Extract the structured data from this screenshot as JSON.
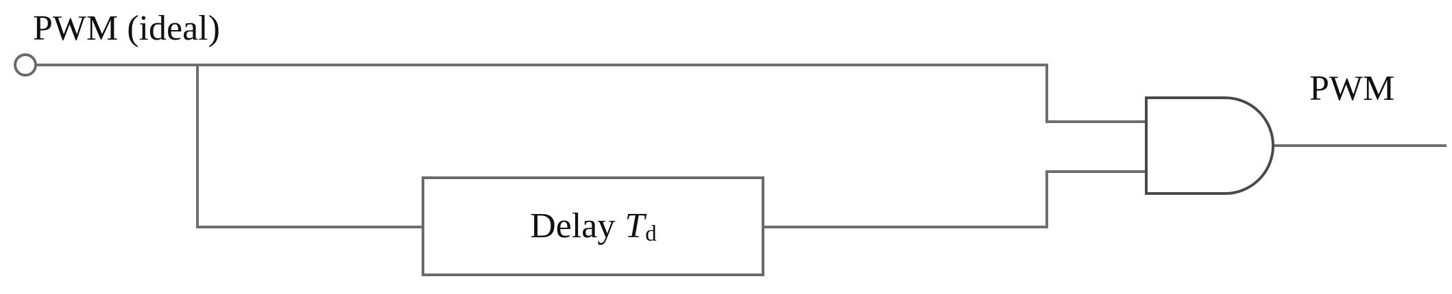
{
  "diagram": {
    "title": "PWM dead-time / pulse-trimming logic",
    "background_color": "#ffffff",
    "wire_color": "#6e6e6e",
    "text_color": "#111111",
    "labels": {
      "input": "PWM (ideal)",
      "output": "PWM"
    },
    "blocks": [
      {
        "name": "delay-block",
        "text_prefix": "Delay",
        "symbol": "T",
        "subscript": "d",
        "full_text": "Delay T_d"
      },
      {
        "name": "and-gate",
        "type": "AND",
        "inputs": 2,
        "outputs": 1
      }
    ],
    "terminals": [
      {
        "name": "input-terminal",
        "shape": "circle"
      }
    ],
    "nets": [
      {
        "name": "input-net",
        "from": "input-terminal",
        "to": "and-gate-input-1"
      },
      {
        "name": "delay-input-net",
        "from": "input-net-branch",
        "to": "delay-block-input"
      },
      {
        "name": "delay-output-net",
        "from": "delay-block-output",
        "to": "and-gate-input-2"
      },
      {
        "name": "output-net",
        "from": "and-gate-output",
        "to": "output-terminal"
      }
    ]
  }
}
